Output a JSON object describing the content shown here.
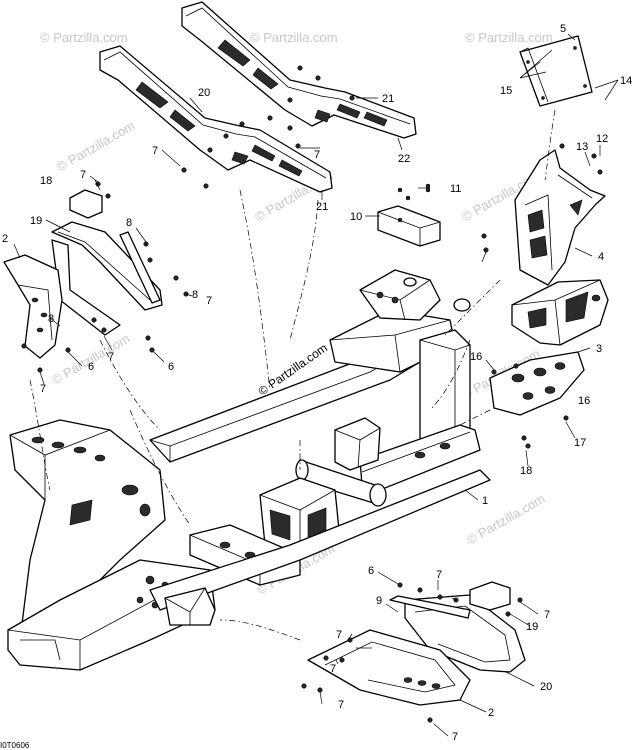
{
  "watermarks": {
    "text": "© Partzilla.com",
    "main_text": "© Partzilla.com"
  },
  "callouts": [
    {
      "id": "c1",
      "label": "1"
    },
    {
      "id": "c2a",
      "label": "2"
    },
    {
      "id": "c2b",
      "label": "2"
    },
    {
      "id": "c3",
      "label": "3"
    },
    {
      "id": "c4",
      "label": "4"
    },
    {
      "id": "c5",
      "label": "5"
    },
    {
      "id": "c6a",
      "label": "6"
    },
    {
      "id": "c6b",
      "label": "6"
    },
    {
      "id": "c6c",
      "label": "6"
    },
    {
      "id": "c7a",
      "label": "7"
    },
    {
      "id": "c7b",
      "label": "7"
    },
    {
      "id": "c7c",
      "label": "7"
    },
    {
      "id": "c7d",
      "label": "7"
    },
    {
      "id": "c7e",
      "label": "7"
    },
    {
      "id": "c7f",
      "label": "7"
    },
    {
      "id": "c7g",
      "label": "7"
    },
    {
      "id": "c7h",
      "label": "7"
    },
    {
      "id": "c7i",
      "label": "7"
    },
    {
      "id": "c7j",
      "label": "7"
    },
    {
      "id": "c7k",
      "label": "7"
    },
    {
      "id": "c7l",
      "label": "7"
    },
    {
      "id": "c8a",
      "label": "8"
    },
    {
      "id": "c8b",
      "label": "8"
    },
    {
      "id": "c8c",
      "label": "8"
    },
    {
      "id": "c9",
      "label": "9"
    },
    {
      "id": "c10",
      "label": "10"
    },
    {
      "id": "c11",
      "label": "11"
    },
    {
      "id": "c12",
      "label": "12"
    },
    {
      "id": "c13",
      "label": "13"
    },
    {
      "id": "c14",
      "label": "14"
    },
    {
      "id": "c15",
      "label": "15"
    },
    {
      "id": "c16a",
      "label": "16"
    },
    {
      "id": "c16b",
      "label": "16"
    },
    {
      "id": "c17",
      "label": "17"
    },
    {
      "id": "c18a",
      "label": "18"
    },
    {
      "id": "c18b",
      "label": "18"
    },
    {
      "id": "c19a",
      "label": "19"
    },
    {
      "id": "c19b",
      "label": "19"
    },
    {
      "id": "c20a",
      "label": "20"
    },
    {
      "id": "c20b",
      "label": "20"
    },
    {
      "id": "c21a",
      "label": "21"
    },
    {
      "id": "c21b",
      "label": "21"
    },
    {
      "id": "c22",
      "label": "22"
    }
  ],
  "drawing_code": "I0T0606"
}
